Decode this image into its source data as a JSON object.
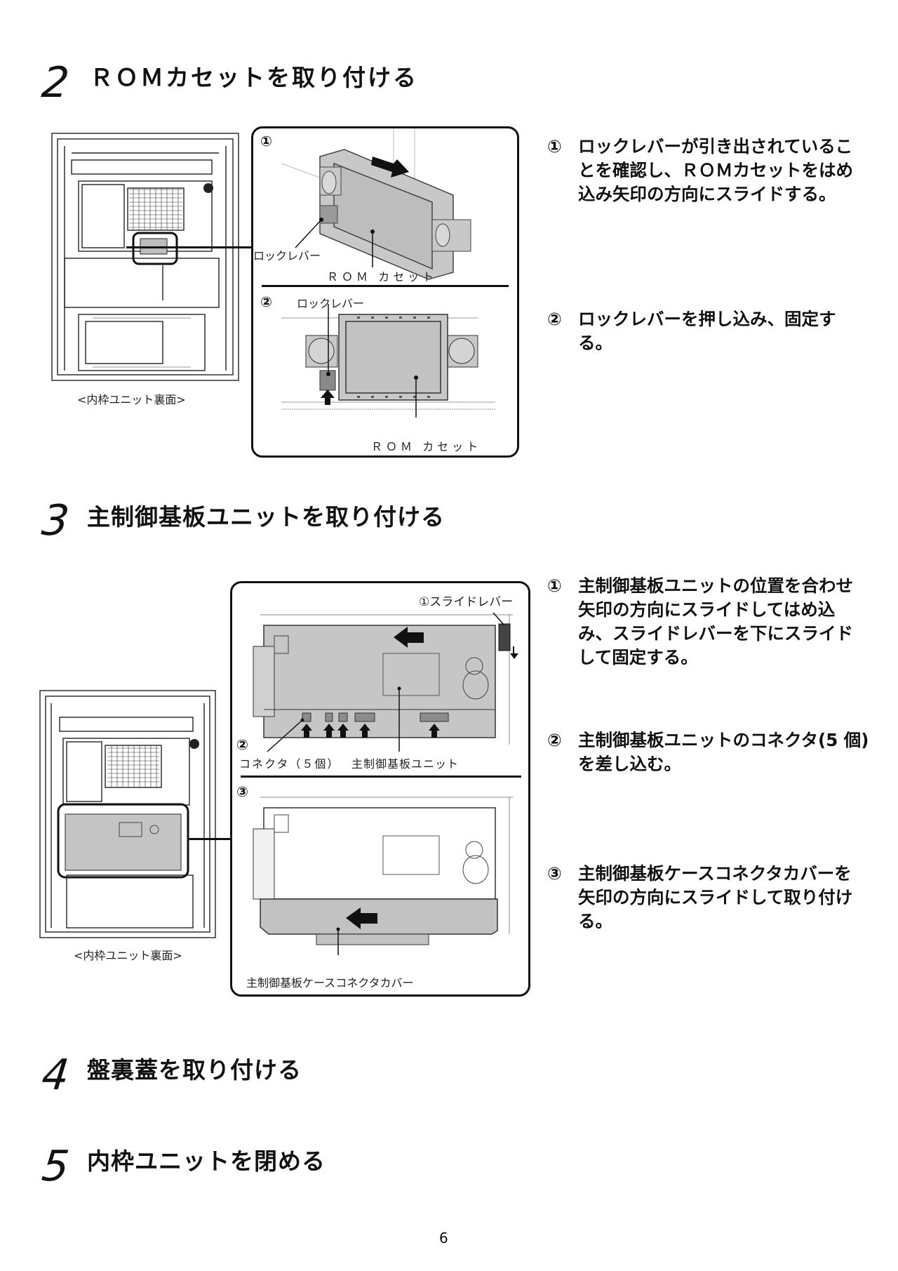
{
  "sections": [
    {
      "number": "2",
      "title": "ＲＯＭカセットを取り付ける",
      "figure": {
        "overview_caption": "<内枠ユニット裏面>",
        "panel1": {
          "marker": "①",
          "label_lever": "ロックレバー",
          "label_rom": "ＲＯＭ カセット"
        },
        "panel2": {
          "marker": "②",
          "label_lever": "ロックレバー",
          "label_rom": "ＲＯＭ カセット"
        }
      },
      "steps": [
        {
          "marker": "①",
          "lines": [
            "ロックレバーが引き出されているこ",
            "とを確認し、ＲＯＭカセットをはめ",
            "込み矢印の方向にスライドする。"
          ]
        },
        {
          "marker": "②",
          "lines": [
            "ロックレバーを押し込み、固定す",
            "る。"
          ]
        }
      ]
    },
    {
      "number": "3",
      "title": "主制御基板ユニットを取り付ける",
      "figure": {
        "overview_caption": "<内枠ユニット裏面>",
        "panel1": {
          "marker_lever": "①スライドレバー",
          "marker": "②",
          "label_connector": "コネクタ（５個）",
          "label_unit": "主制御基板ユニット"
        },
        "panel2": {
          "marker": "③",
          "label_cover": "主制御基板ケースコネクタカバー"
        }
      },
      "steps": [
        {
          "marker": "①",
          "lines": [
            "主制御基板ユニットの位置を合わせ",
            "矢印の方向にスライドしてはめ込",
            "み、スライドレバーを下にスライド",
            "して固定する。"
          ]
        },
        {
          "marker": "②",
          "lines": [
            "主制御基板ユニットのコネクタ(5 個)",
            "を差し込む。"
          ]
        },
        {
          "marker": "③",
          "lines": [
            "主制御基板ケースコネクタカバーを",
            "矢印の方向にスライドして取り付け",
            "る。"
          ]
        }
      ]
    },
    {
      "number": "4",
      "title": "盤裏蓋を取り付ける"
    },
    {
      "number": "5",
      "title": "内枠ユニットを閉める"
    }
  ],
  "page_number": "6",
  "colors": {
    "ink": "#111111",
    "part_gray": "#c4c4c4",
    "line_gray": "#9a9a9a"
  }
}
